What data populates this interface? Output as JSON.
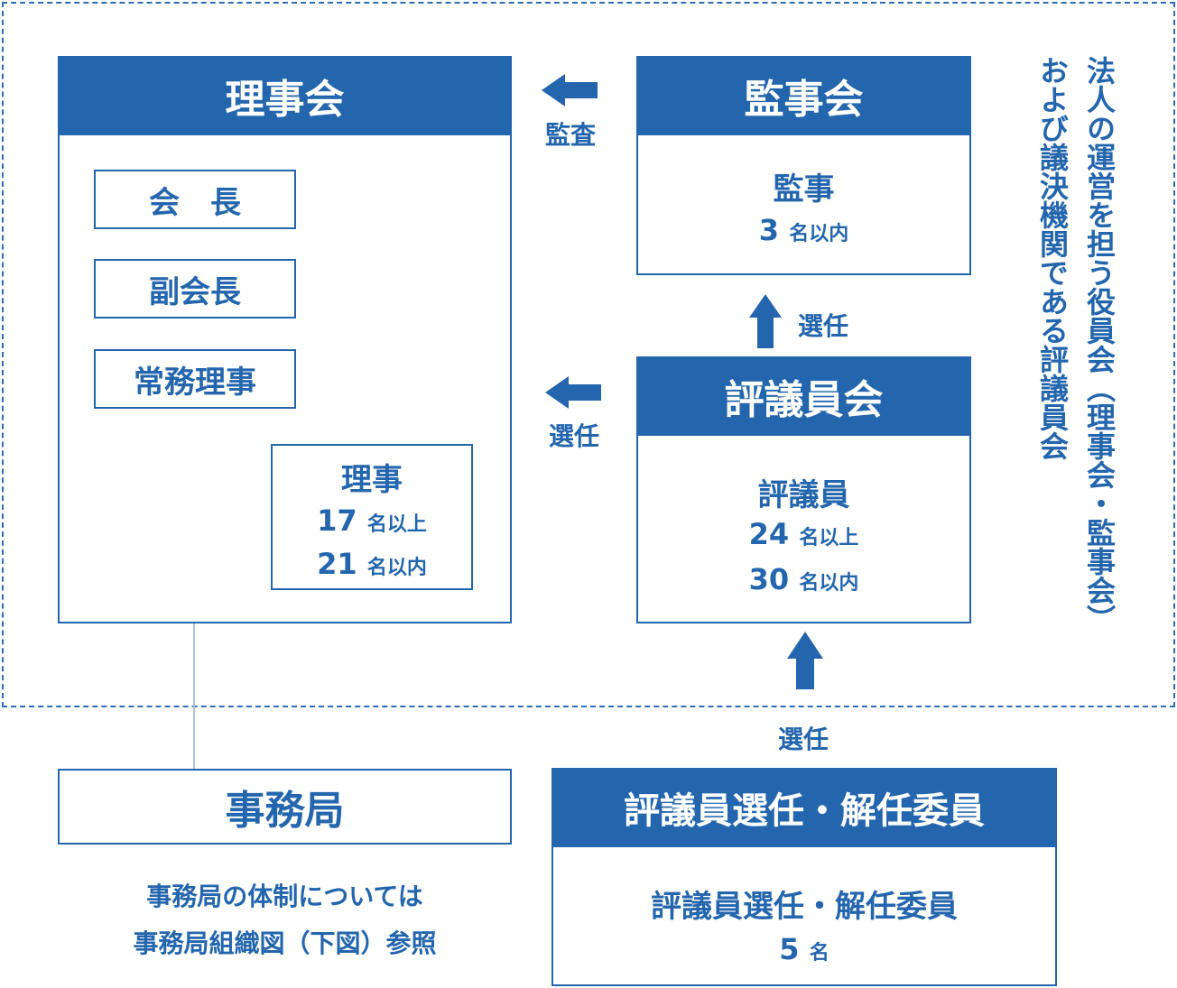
{
  "board": {
    "title": "理事会",
    "roles": [
      "会　長",
      "副会長",
      "常務理事"
    ],
    "directors": {
      "label": "理事",
      "min": "17",
      "min_unit": "名以上",
      "max": "21",
      "max_unit": "名以内"
    }
  },
  "auditors_council": {
    "title": "監事会",
    "label": "監事",
    "count": "3",
    "count_unit": "名以内"
  },
  "councillors_council": {
    "title": "評議員会",
    "label": "評議員",
    "min": "24",
    "min_unit": "名以上",
    "max": "30",
    "max_unit": "名以内"
  },
  "arrows": {
    "audit": "監査",
    "select_auditors": "選任",
    "select_directors": "選任",
    "select_councillors": "選任"
  },
  "secretariat": {
    "title": "事務局",
    "note_line1": "事務局の体制については",
    "note_line2": "事務局組織図（下図）参照"
  },
  "committee": {
    "title": "評議員選任・解任委員",
    "label": "評議員選任・解任委員",
    "count": "5",
    "count_unit": "名"
  },
  "side_note": {
    "line1": "法人の運営を担う役員会（理事会・監事会）",
    "line2": "および議決機関である評議員会"
  },
  "colors": {
    "primary": "#2466ad",
    "dashed": "#2d6db5",
    "connector": "#a8c4de"
  }
}
